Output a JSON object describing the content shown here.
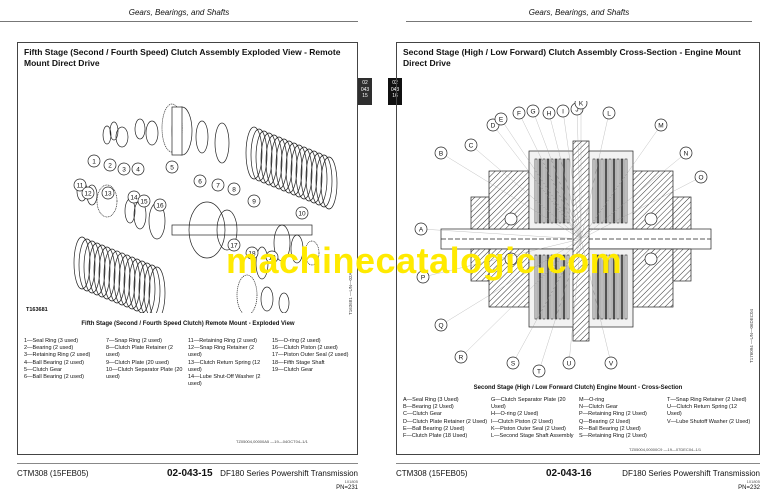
{
  "left_page": {
    "header": "Gears, Bearings, and Shafts",
    "title": "Fifth Stage (Second / Fourth Speed) Clutch Assembly Exploded View - Remote Mount Direct Drive",
    "fig_id": "T163681",
    "vertical_ref": "T163681 —UN—02APR02",
    "caption": "Fifth Stage (Second / Fourth Speed Clutch) Remote Mount - Exploded View",
    "callouts": [
      "1",
      "2",
      "3",
      "4",
      "5",
      "6",
      "7",
      "8",
      "9",
      "10",
      "11",
      "12",
      "13",
      "14",
      "15",
      "16",
      "17",
      "18",
      "19"
    ],
    "legend": [
      [
        "1—Seal Ring (3 used)",
        "2—Bearing (2 used)",
        "3—Retaining Ring (2 used)",
        "4—Ball Bearing (2 used)",
        "5—Clutch Gear",
        "6—Ball Bearing (2 used)"
      ],
      [
        "7—Snap Ring (2 used)",
        "8—Clutch Plate Retainer (2 used)",
        "9—Clutch Plate (20 used)",
        "10—Clutch Separator Plate (20 used)"
      ],
      [
        "11—Retaining Ring (2 used)",
        "12—Snap Ring Retainer (2 used)",
        "13—Clutch Return Spring (12 used)",
        "14—Lube Shut-Off Washer (2 used)"
      ],
      [
        "15—O-ring (2 used)",
        "16—Clutch Piston (2 used)",
        "17—Piston Outer Seal (2 used)",
        "18—Fifth Stage Shaft",
        "19—Clutch Gear"
      ]
    ],
    "doc_id": "TZ05004,00000A5 —19—04OCT04–1/1",
    "tab": [
      "02",
      "043",
      "15"
    ],
    "footer": {
      "left": "CTM308 (15FEB05)",
      "page_no": "02-043-15",
      "right": "DF180 Series Powershift Transmission",
      "small": "101805",
      "page": "PN=231"
    }
  },
  "right_page": {
    "header": "Gears, Bearings, and Shafts",
    "title": "Second Stage (High / Low Forward) Clutch Assembly Cross-Section - Engine Mount Direct Drive",
    "vertical_ref": "T176094 —UN—06DEC04",
    "callouts": [
      "A",
      "B",
      "C",
      "D",
      "E",
      "F",
      "G",
      "H",
      "I",
      "J",
      "K",
      "L",
      "M",
      "N",
      "O",
      "P",
      "Q",
      "R",
      "S",
      "T",
      "U",
      "V"
    ],
    "caption": "Second Stage (High / Low Forward Clutch) Engine Mount - Cross-Section",
    "legend": [
      [
        "A—Seal Ring (3 Used)",
        "B—Bearing (2 Used)",
        "C—Clutch Gear",
        "D—Clutch Plate Retainer (2 Used)",
        "E—Ball Bearing (2 Used)",
        "F—Clutch Plate (18 Used)"
      ],
      [
        "G—Clutch Separator Plate (20 Used)",
        "H—O-ring (2 Used)",
        "I—Clutch Piston (2 Used)",
        "K—Piston Outer Seal (2 Used)",
        "L—Second Stage Shaft Assembly"
      ],
      [
        "M—O-ring",
        "N—Clutch Gear",
        "P—Retaining Ring (2 Used)",
        "Q—Bearing (2 Used)",
        "R—Ball Bearing (2 Used)",
        "S—Retaining Ring (2 Used)"
      ],
      [
        "T—Snap Ring Retainer (2 Used)",
        "U—Clutch Return Spring (12 Used)",
        "V—Lube Shutoff Washer (2 Used)"
      ]
    ],
    "doc_id": "TZ05004,00000C9 —19—07DEC04–1/1",
    "tab": [
      "02",
      "043",
      "16"
    ],
    "footer": {
      "left": "CTM308 (15FEB05)",
      "page_no": "02-043-16",
      "right": "DF180 Series Powershift Transmission",
      "small": "101805",
      "page": "PN=232"
    }
  },
  "watermark": "machinecatalogic.com",
  "colors": {
    "tab_left": "#2e2e2e",
    "tab_right": "#111111",
    "watermark": "#ffea00",
    "line": "#222222"
  }
}
